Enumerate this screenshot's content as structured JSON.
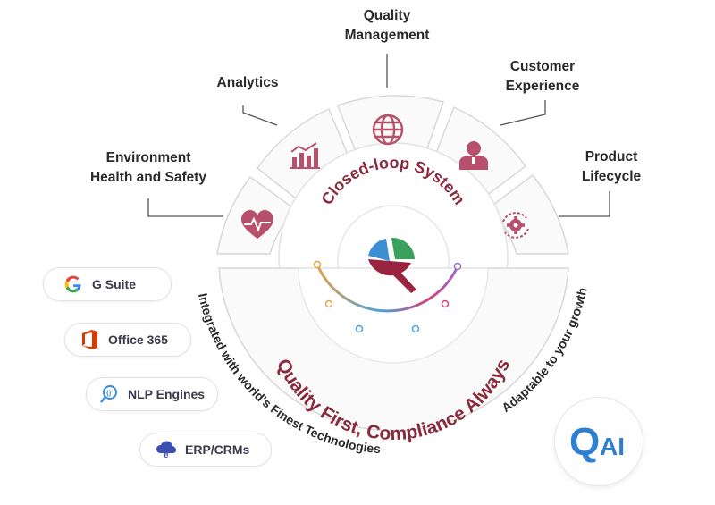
{
  "colors": {
    "accent_maroon": "#8a2a3c",
    "icon_pink": "#b6506c",
    "segment_stroke": "#d8d8d8",
    "line_gray": "#555555"
  },
  "segments": [
    {
      "label_lines": [
        "Environment",
        "Health and Safety"
      ],
      "icon": "heart-pulse-icon"
    },
    {
      "label_lines": [
        "Analytics"
      ],
      "icon": "bar-chart-icon"
    },
    {
      "label_lines": [
        "Quality",
        "Management"
      ],
      "icon": "globe-icon"
    },
    {
      "label_lines": [
        "Customer",
        "Experience"
      ],
      "icon": "user-icon"
    },
    {
      "label_lines": [
        "Product",
        "Lifecycle"
      ],
      "icon": "gear-cycle-icon"
    }
  ],
  "center": {
    "ring_text": "Closed-loop System",
    "logo": "qai-quadrant-logo-icon"
  },
  "lower": {
    "tagline": "Quality First, Compliance Always",
    "left_arc_text": "Integrated with world's Finest Technologies",
    "right_arc_text": "Adaptable to your growth"
  },
  "integrations": [
    {
      "label": "G Suite",
      "icon": "google-icon"
    },
    {
      "label": "Office 365",
      "icon": "office-icon"
    },
    {
      "label": "NLP Engines",
      "icon": "nlp-icon"
    },
    {
      "label": "ERP/CRMs",
      "icon": "erp-icon"
    }
  ],
  "badge": {
    "q": "Q",
    "ai": "AI"
  }
}
